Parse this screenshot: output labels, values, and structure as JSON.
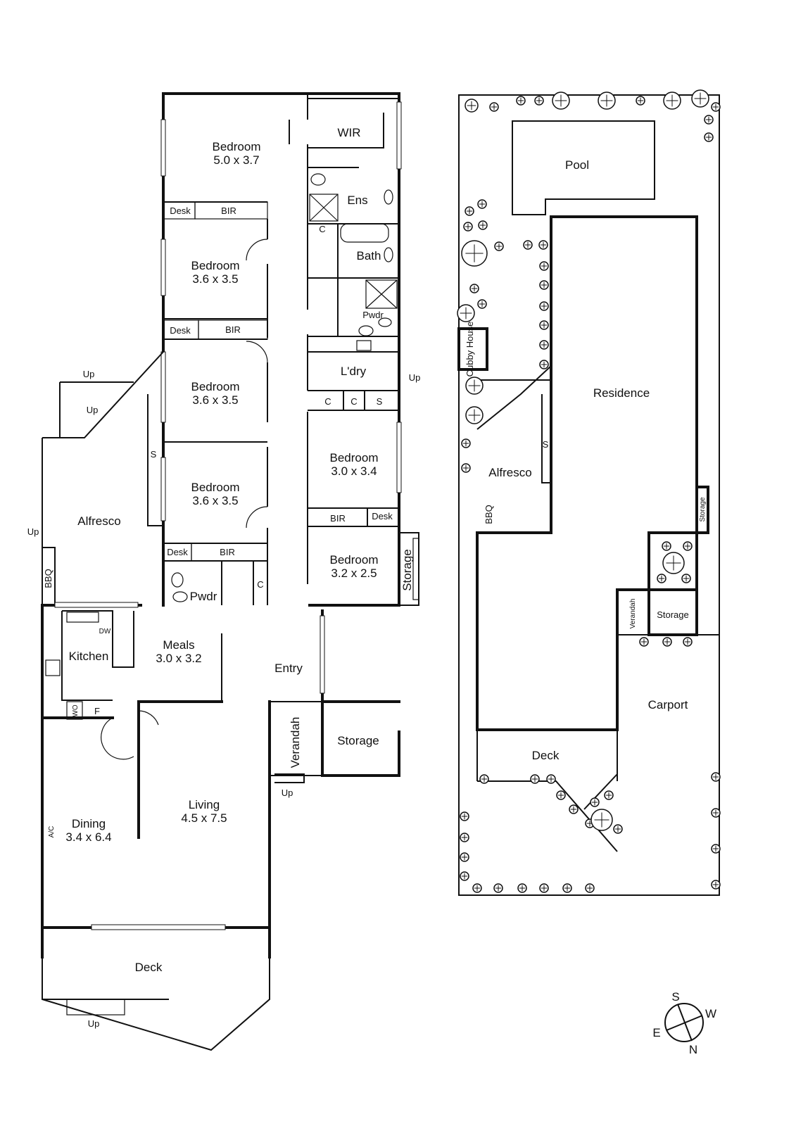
{
  "floor_plan": {
    "rooms": {
      "bedroom1": {
        "name": "Bedroom",
        "size": "5.0 x 3.7"
      },
      "bedroom2": {
        "name": "Bedroom",
        "size": "3.6 x 3.5"
      },
      "bedroom3": {
        "name": "Bedroom",
        "size": "3.6 x 3.5"
      },
      "bedroom4": {
        "name": "Bedroom",
        "size": "3.6 x 3.5"
      },
      "bedroom5": {
        "name": "Bedroom",
        "size": "3.0 x 3.4"
      },
      "bedroom6": {
        "name": "Bedroom",
        "size": "3.2 x 2.5"
      },
      "meals": {
        "name": "Meals",
        "size": "3.0 x 3.2"
      },
      "living": {
        "name": "Living",
        "size": "4.5 x 7.5"
      },
      "dining": {
        "name": "Dining",
        "size": "3.4 x 6.4"
      },
      "wir": "WIR",
      "ens": "Ens",
      "bath": "Bath",
      "pwdr": "Pwdr",
      "ldry": "L'dry",
      "alfresco": "Alfresco",
      "kitchen": "Kitchen",
      "entry": "Entry",
      "storage": "Storage",
      "verandah": "Verandah",
      "deck": "Deck",
      "bbq": "BBQ"
    },
    "fixtures": {
      "desk": "Desk",
      "bir": "BIR",
      "c": "C",
      "s": "S",
      "dw": "DW",
      "wo": "WO",
      "f": "F",
      "ac": "A/C",
      "up": "Up"
    }
  },
  "site_plan": {
    "pool": "Pool",
    "residence": "Residence",
    "cubby_house": "Cubby House",
    "alfresco": "Alfresco",
    "bbq": "BBQ",
    "s": "S",
    "storage": "Storage",
    "verandah": "Verandah",
    "carport": "Carport",
    "deck": "Deck"
  },
  "compass": {
    "north": "N",
    "south": "S",
    "east": "E",
    "west": "W"
  },
  "colors": {
    "line": "#111111",
    "background": "#ffffff"
  }
}
